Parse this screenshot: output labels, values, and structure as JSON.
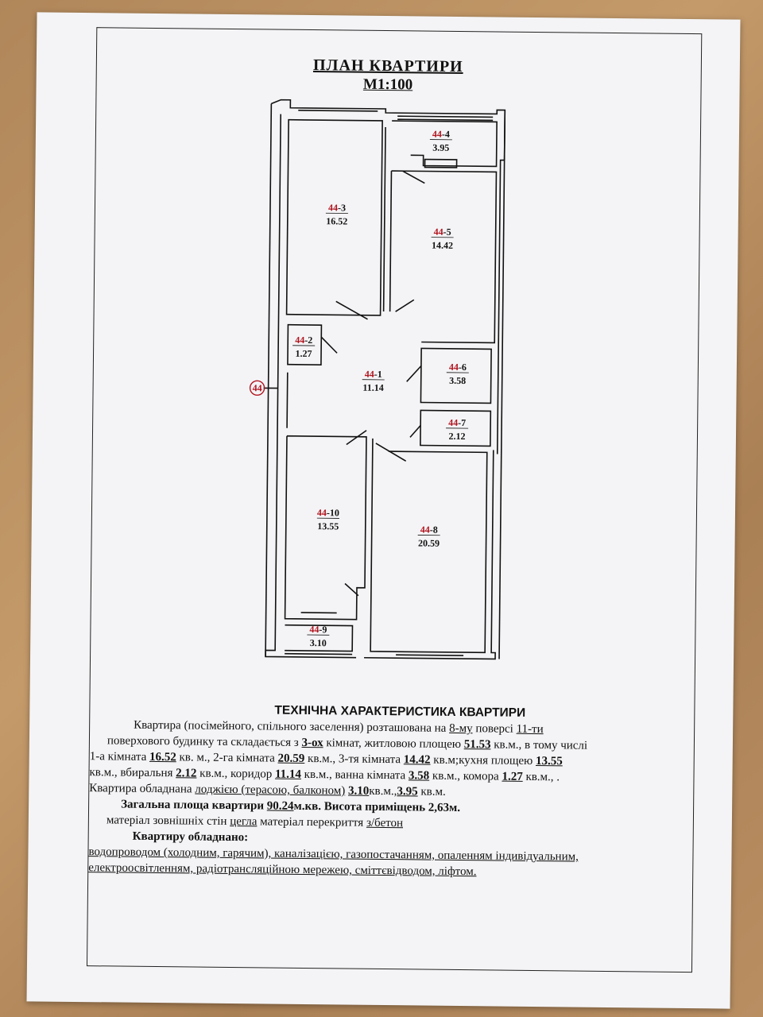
{
  "title": "ПЛАН КВАРТИРИ",
  "scale": "М1:100",
  "apartment_marker": "44",
  "rooms": [
    {
      "id": "r1",
      "prefix": "44",
      "suffix": "-1",
      "area": "11.14"
    },
    {
      "id": "r2",
      "prefix": "44",
      "suffix": "-2",
      "area": "1.27"
    },
    {
      "id": "r3",
      "prefix": "44",
      "suffix": "-3",
      "area": "16.52"
    },
    {
      "id": "r4",
      "prefix": "44",
      "suffix": "-4",
      "area": "3.95"
    },
    {
      "id": "r5",
      "prefix": "44",
      "suffix": "-5",
      "area": "14.42"
    },
    {
      "id": "r6",
      "prefix": "44",
      "suffix": "-6",
      "area": "3.58"
    },
    {
      "id": "r7",
      "prefix": "44",
      "suffix": "-7",
      "area": "2.12"
    },
    {
      "id": "r8",
      "prefix": "44",
      "suffix": "-8",
      "area": "20.59"
    },
    {
      "id": "r9",
      "prefix": "44",
      "suffix": "-9",
      "area": "3.10"
    },
    {
      "id": "r10",
      "prefix": "44",
      "suffix": "-10",
      "area": "13.55"
    }
  ],
  "tech": {
    "heading": "ТЕХНІЧНА ХАРАКТЕРИСТИКА КВАРТИРИ",
    "l1": {
      "a": "Квартира (посімейного, спільного заселення) розташована на ",
      "floor": "8-му",
      "b": " поверсі ",
      "storeys": "11-ти"
    },
    "l2": {
      "a": "поверхового будинку та складається з ",
      "rooms": "3-ох",
      "b": " кімнат, житловою площею ",
      "living": "51.53",
      "c": " кв.м., в тому числі"
    },
    "l3": {
      "a": "1-а кімната ",
      "v1": "16.52",
      "b": " кв. м., 2-га кімната ",
      "v2": "20.59",
      "c": " кв.м., 3-тя кімната ",
      "v3": "14.42",
      "d": " кв.м;кухня площею ",
      "v4": "13.55"
    },
    "l4": {
      "a": "кв.м.,  вбиральня ",
      "v1": "2.12",
      "b": " кв.м., коридор ",
      "v2": "11.14",
      "c": " кв.м., ванна кімната ",
      "v3": "3.58",
      "d": " кв.м., комора ",
      "v4": "1.27",
      "e": " кв.м., ."
    },
    "l5": {
      "a": "Квартира обладнана ",
      "u": "лоджією (терасою, балконом)",
      "b": " ",
      "v": "3.10",
      "c": "кв.м.,",
      "v2": "3.95",
      "d": " кв.м."
    },
    "l6": {
      "a": "Загальна площа квартири  ",
      "total": "90.24",
      "b": "м.кв. Висота приміщень 2,63м."
    },
    "l7": {
      "a": "матеріал зовнішніх стін ",
      "walls": "цегла",
      "b": "  матеріал перекриття  ",
      "floor": "з/бетон"
    },
    "l8": "Квартиру обладнано:",
    "l9": "водопроводом (холодним, гарячим), каналізацією, газопостачанням, опаленням індивідуальним,",
    "l10": "електроосвітленням, радіотрансляційною мережею, сміттєвідводом, ліфтом."
  }
}
